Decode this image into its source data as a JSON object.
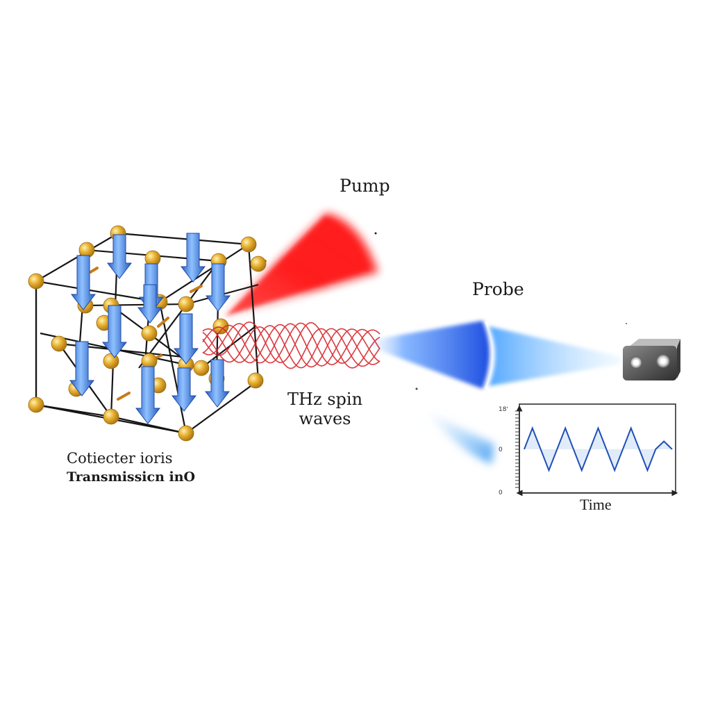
{
  "labels": {
    "pump": "Pump",
    "probe": "Probe",
    "thz_line1": "THz spin",
    "thz_line2": "waves",
    "caption_line1": "Cotiecter ioris",
    "caption_line2": "Transmissicn inO",
    "time_axis": "Time"
  },
  "colors": {
    "pump_beam": "#ff1a1a",
    "probe_beam": "#2f6ee8",
    "spin_arrow": "#3b7ee6",
    "atom": "#e0a624",
    "spin_wave": "#d8242a",
    "signal": "#1f4fb5"
  },
  "icons": [
    "detector-icon"
  ],
  "chart_data": {
    "type": "line",
    "xlabel": "Time",
    "ylabel": "",
    "grid": false,
    "series": [
      {
        "values": [
          0,
          0.8,
          0,
          -0.8,
          0,
          0.8,
          0,
          -0.8,
          0,
          0.8,
          0,
          -0.8,
          0,
          0.8,
          0,
          -0.8,
          0,
          0.3,
          0
        ]
      }
    ]
  }
}
